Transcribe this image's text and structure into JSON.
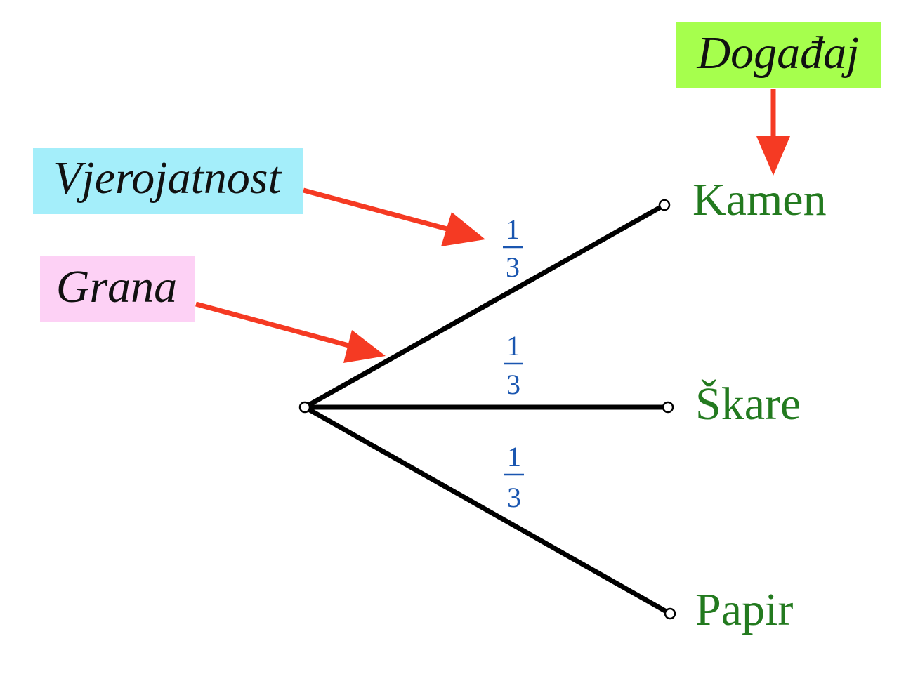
{
  "callouts": {
    "event": {
      "label": "Događaj",
      "color": "#a6ff4d"
    },
    "probability": {
      "label": "Vjerojatnost",
      "color": "#a4eefa"
    },
    "branch": {
      "label": "Grana",
      "color": "#fdd1f5"
    }
  },
  "tree": {
    "branches": [
      {
        "outcome": "Kamen",
        "probability": {
          "numerator": "1",
          "denominator": "3"
        }
      },
      {
        "outcome": "Škare",
        "probability": {
          "numerator": "1",
          "denominator": "3"
        }
      },
      {
        "outcome": "Papir",
        "probability": {
          "numerator": "1",
          "denominator": "3"
        }
      }
    ]
  },
  "colors": {
    "arrow": "#f53a23",
    "branch_line": "#000000",
    "outcome_text": "#237a1f",
    "probability_text": "#1a56b0"
  }
}
